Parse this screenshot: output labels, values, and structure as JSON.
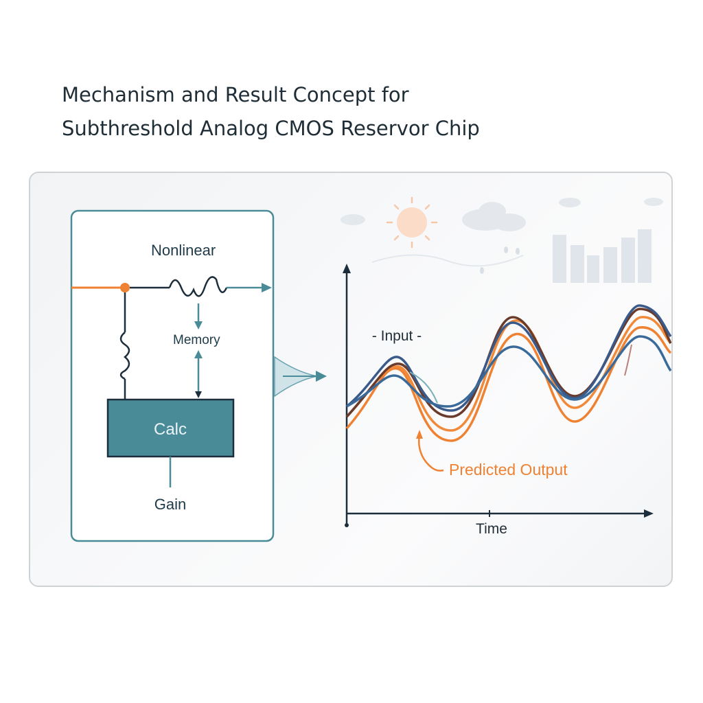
{
  "title": {
    "line1": "Mechanism and Result Concept for",
    "line2": "Subthreshold Analog CMOS Reservor Chip"
  },
  "circuit": {
    "nonlinear_label": "Nonlinear",
    "memory_label": "Memory",
    "calc_label": "Calc",
    "gain_label": "Gain"
  },
  "plot": {
    "input_label": "- Input -",
    "predicted_label": "Predicted Output",
    "x_axis_label": "Time"
  },
  "colors": {
    "accent_orange": "#ef8232",
    "teal": "#4a8b98",
    "navy": "#3a5a8a",
    "dark_line": "#1c2e3b",
    "brown": "#6a3a2a"
  },
  "icons": [
    "sun-icon",
    "cloud-icon",
    "raindrop-icon",
    "bar-chart-icon"
  ]
}
